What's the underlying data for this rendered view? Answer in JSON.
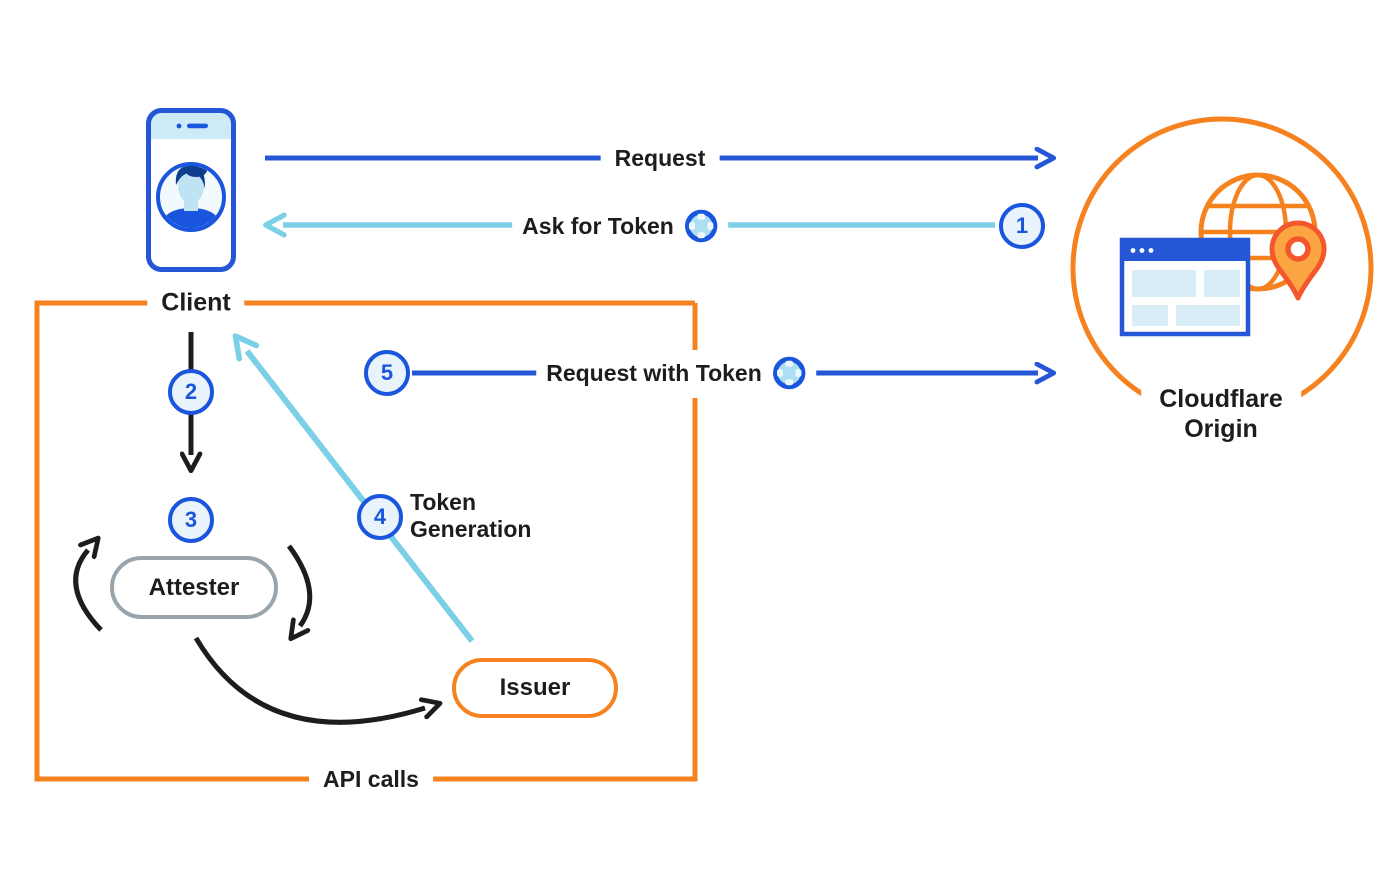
{
  "diagram": {
    "nodes": {
      "client": {
        "label": "Client"
      },
      "cloudflare_origin": {
        "label_line1": "Cloudflare",
        "label_line2": "Origin"
      },
      "attester": {
        "label": "Attester"
      },
      "issuer": {
        "label": "Issuer"
      }
    },
    "flows": {
      "request": {
        "label": "Request"
      },
      "ask_for_token": {
        "label": "Ask for Token",
        "step": "1"
      },
      "client_to_attester": {
        "step": "2"
      },
      "attestation_loop": {
        "step": "3"
      },
      "token_generation": {
        "step": "4",
        "label_line1": "Token",
        "label_line2": "Generation"
      },
      "request_with_token": {
        "label": "Request with Token",
        "step": "5"
      },
      "api_calls_boundary": {
        "label": "API calls"
      }
    },
    "icons": {
      "client_device": "smartphone-user-icon",
      "origin": "globe-browser-location-pin-icon",
      "token": "token-icon"
    },
    "colors": {
      "arrow_blue": "#2456d6",
      "arrow_light_blue": "#7bd0e8",
      "cloudflare_orange": "#f6821f",
      "badge_border": "#1a56dd",
      "badge_fill": "#e9f3fc",
      "attester_gray": "#9aa4ab",
      "text_black": "#1d1d1d",
      "pin_fill": "#fba543",
      "pin_stroke": "#f4572b"
    }
  }
}
